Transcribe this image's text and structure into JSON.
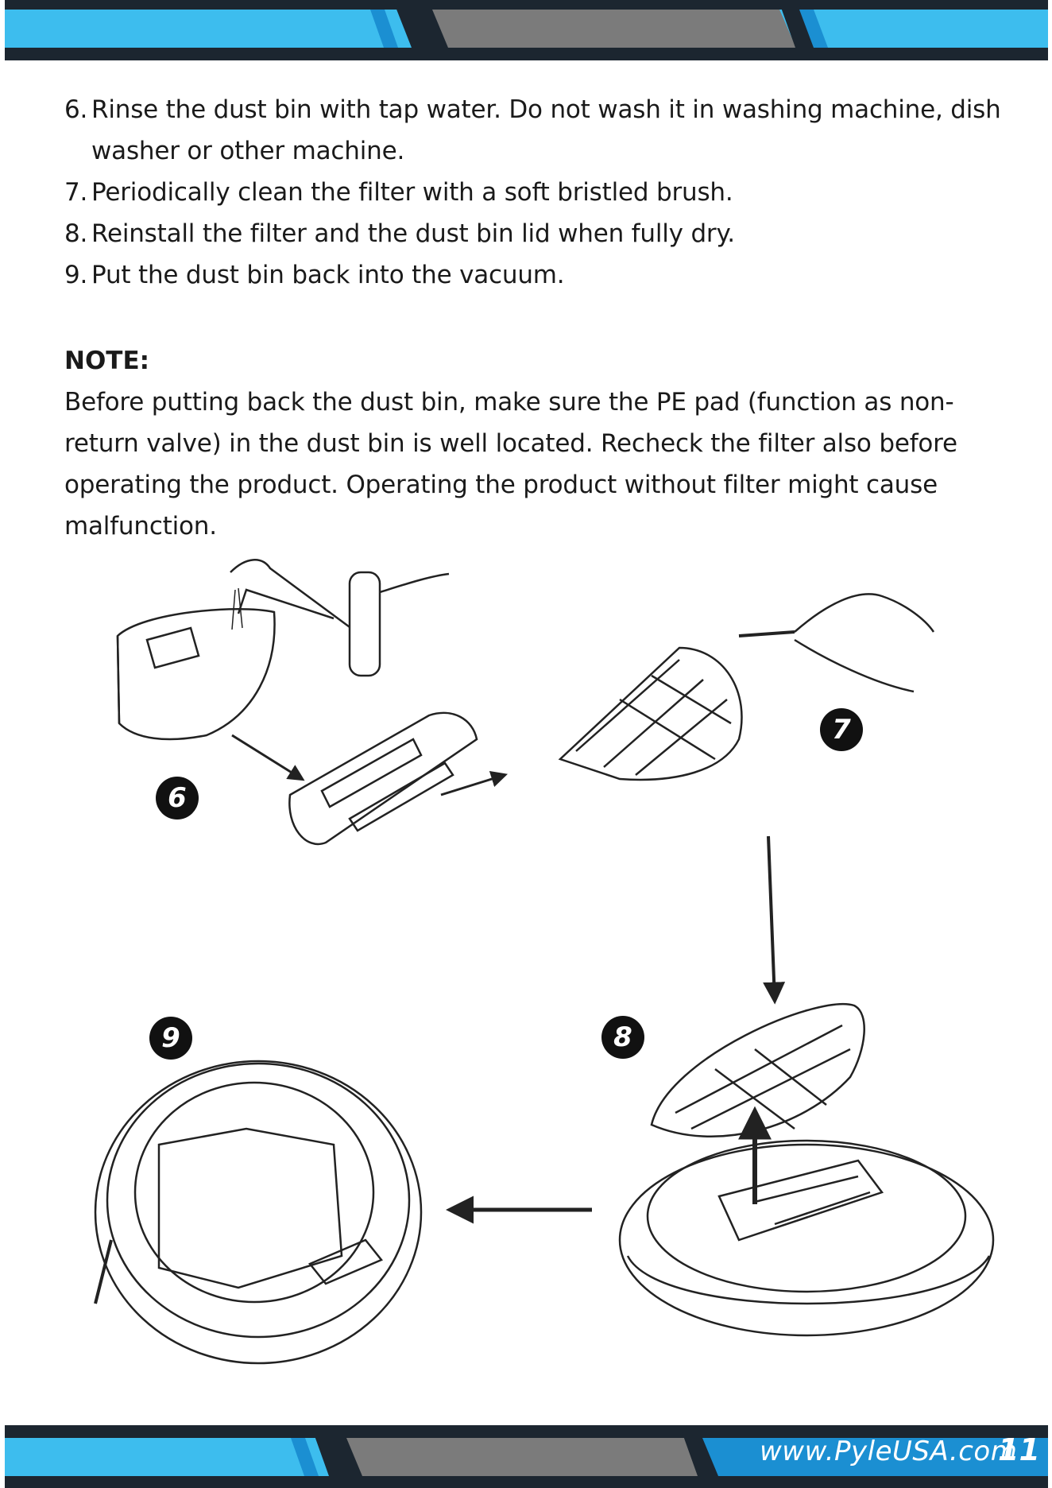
{
  "steps": [
    {
      "num": "6.",
      "text": "Rinse the dust  bin with tap water. Do not wash it in washing machine, dish washer or other machine."
    },
    {
      "num": "7.",
      "text": "Periodically clean the filter with a soft bristled brush."
    },
    {
      "num": "8.",
      "text": "Reinstall the filter and the dust bin lid when fully dry."
    },
    {
      "num": "9.",
      "text": "Put the dust bin back into the vacuum."
    }
  ],
  "note": {
    "title": "NOTE:",
    "body": "Before putting back the dust bin, make sure the PE pad (function as non-return valve) in the dust bin is well located. Recheck the filter also before operating the product. Operating the product without filter might cause malfunction."
  },
  "badges": {
    "b6": "6",
    "b7": "7",
    "b8": "8",
    "b9": "9"
  },
  "footer": {
    "url": "www.PyleUSA.com",
    "page": "11"
  },
  "colors": {
    "band_blue": "#3dbdee",
    "band_dark": "#1c2630",
    "band_gray": "#7b7b7b",
    "band_mid_blue": "#1b8fd2"
  }
}
